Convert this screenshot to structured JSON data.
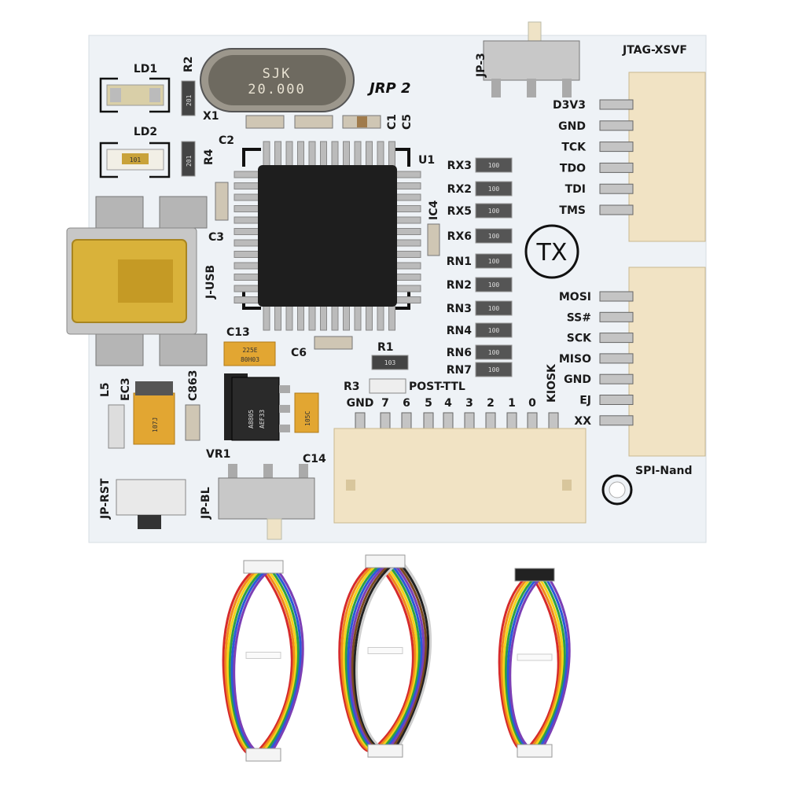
{
  "board": {
    "brand": "JRP 2",
    "crystal": {
      "line1": "SJK",
      "line2": "20.000"
    },
    "logo": "TX",
    "colors": {
      "pcb": "#eef2f6",
      "silkscreen": "#1a1a1a",
      "chip": "#1e1e1e",
      "connector": "#f1e3c4",
      "usb": "#d9b23a"
    },
    "labels": {
      "ld1": "LD1",
      "ld2": "LD2",
      "r2": "R2",
      "r4": "R4",
      "x1": "X1",
      "c2": "C2",
      "c1": "C1",
      "c5": "C5",
      "u1": "U1",
      "ic4": "IC4",
      "c3": "C3",
      "j_usb": "J-USB",
      "c13": "C13",
      "c6": "C6",
      "r1": "R1",
      "r3": "R3",
      "post_ttl": "POST-TTL",
      "l5": "L5",
      "ec3": "EC3",
      "c863": "C863",
      "vr1": "VR1",
      "c14": "C14",
      "jp_rst": "JP-RST",
      "jp_bl": "JP-BL",
      "jp_3": "JP-3",
      "jtag": "JTAG-XSVF",
      "spi": "SPI-Nand",
      "kiosk": "KIOSK"
    },
    "resistor_codes": {
      "r2": "201",
      "r4": "201",
      "r1": "103",
      "rn": "100",
      "ld2": "101"
    },
    "cap_codes": {
      "c13": "225E",
      "c13b": "80H03",
      "reg": "A8805",
      "reg2": "AEF33",
      "c14": "105C",
      "ec3": "107J"
    },
    "rx_rn": [
      "RX3",
      "RX2",
      "RX5",
      "RX6",
      "RN1",
      "RN2",
      "RN3",
      "RN4",
      "RN6",
      "RN7"
    ],
    "jtag_pins": [
      "D3V3",
      "GND",
      "TCK",
      "TDO",
      "TDI",
      "TMS"
    ],
    "spi_pins": [
      "MOSI",
      "SS#",
      "SCK",
      "MISO",
      "GND",
      "EJ",
      "XX"
    ],
    "post_pins": [
      "GND",
      "7",
      "6",
      "5",
      "4",
      "3",
      "2",
      "1",
      "0"
    ]
  },
  "cables": {
    "wire_colors": [
      "#d62b2b",
      "#f08a1c",
      "#f2d31a",
      "#2ea043",
      "#2a5bd7",
      "#7b3fb5",
      "#7a4a21",
      "#222222",
      "#cfcfcf"
    ]
  }
}
